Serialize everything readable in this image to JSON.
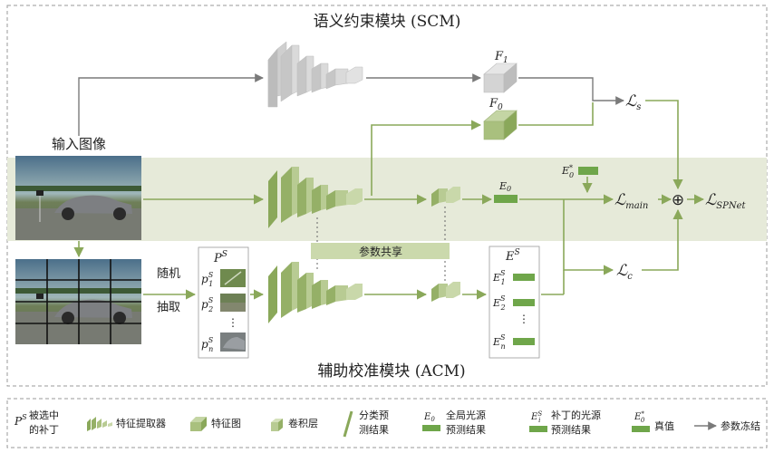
{
  "titles": {
    "scm": "语义约束模块 (SCM)",
    "acm": "辅助校准模块 (ACM)"
  },
  "labels": {
    "input_image": "输入图像",
    "random_extract": [
      "随机",
      "抽取"
    ],
    "param_share": "参数共享",
    "patch_set": "P",
    "patch_set_sup": "S",
    "patch_items": [
      {
        "base": "p",
        "sup": "S",
        "sub": "1"
      },
      {
        "base": "p",
        "sup": "S",
        "sub": "2"
      },
      {
        "base": "p",
        "sup": "S",
        "sub": "n"
      }
    ],
    "est_set": "E",
    "est_set_sup": "S",
    "est_items": [
      {
        "base": "E",
        "sup": "S",
        "sub": "1"
      },
      {
        "base": "E",
        "sup": "S",
        "sub": "2"
      },
      {
        "base": "E",
        "sup": "S",
        "sub": "n"
      }
    ],
    "vdots": "⋮",
    "f1": {
      "base": "F",
      "sub": "1"
    },
    "f0": {
      "base": "F",
      "sub": "0"
    },
    "e0": {
      "base": "E",
      "sub": "0"
    },
    "e0_gt": {
      "base": "E",
      "sub": "0",
      "sup": "*"
    },
    "loss_s": {
      "base": "ℒ",
      "sub": "s"
    },
    "loss_main": {
      "base": "ℒ",
      "sub": "main"
    },
    "loss_c": {
      "base": "ℒ",
      "sub": "c"
    },
    "loss_total": {
      "base": "ℒ",
      "sub": "SPNet"
    },
    "oplus": "⊕"
  },
  "legend": {
    "patch_symbol": {
      "base": "P",
      "sup": "S"
    },
    "patch_text": [
      "被选中",
      "的补丁"
    ],
    "extractor": "特征提取器",
    "feature_map": "特征图",
    "conv_layer": "卷积层",
    "cls_pred": [
      "分类预",
      "测结果"
    ],
    "global_symbol": {
      "base": "E",
      "sub": "0"
    },
    "global_pred": [
      "全局光源",
      "预测结果"
    ],
    "patch_pred_symbol": {
      "base": "E",
      "sub": "i",
      "sup": "S"
    },
    "patch_pred": [
      "补丁的光源",
      "预测结果"
    ],
    "gt_symbol": {
      "base": "E",
      "sub": "0",
      "sup": "*"
    },
    "gt": "真值",
    "frozen": "参数冻结"
  },
  "colors": {
    "green": "#8aa85a",
    "green_light": "#a9c07e",
    "green_dark": "#6f8f41",
    "gray_block": "#c9c9c9",
    "gray_line": "#7a7a7a",
    "band": "#e6ead9"
  }
}
